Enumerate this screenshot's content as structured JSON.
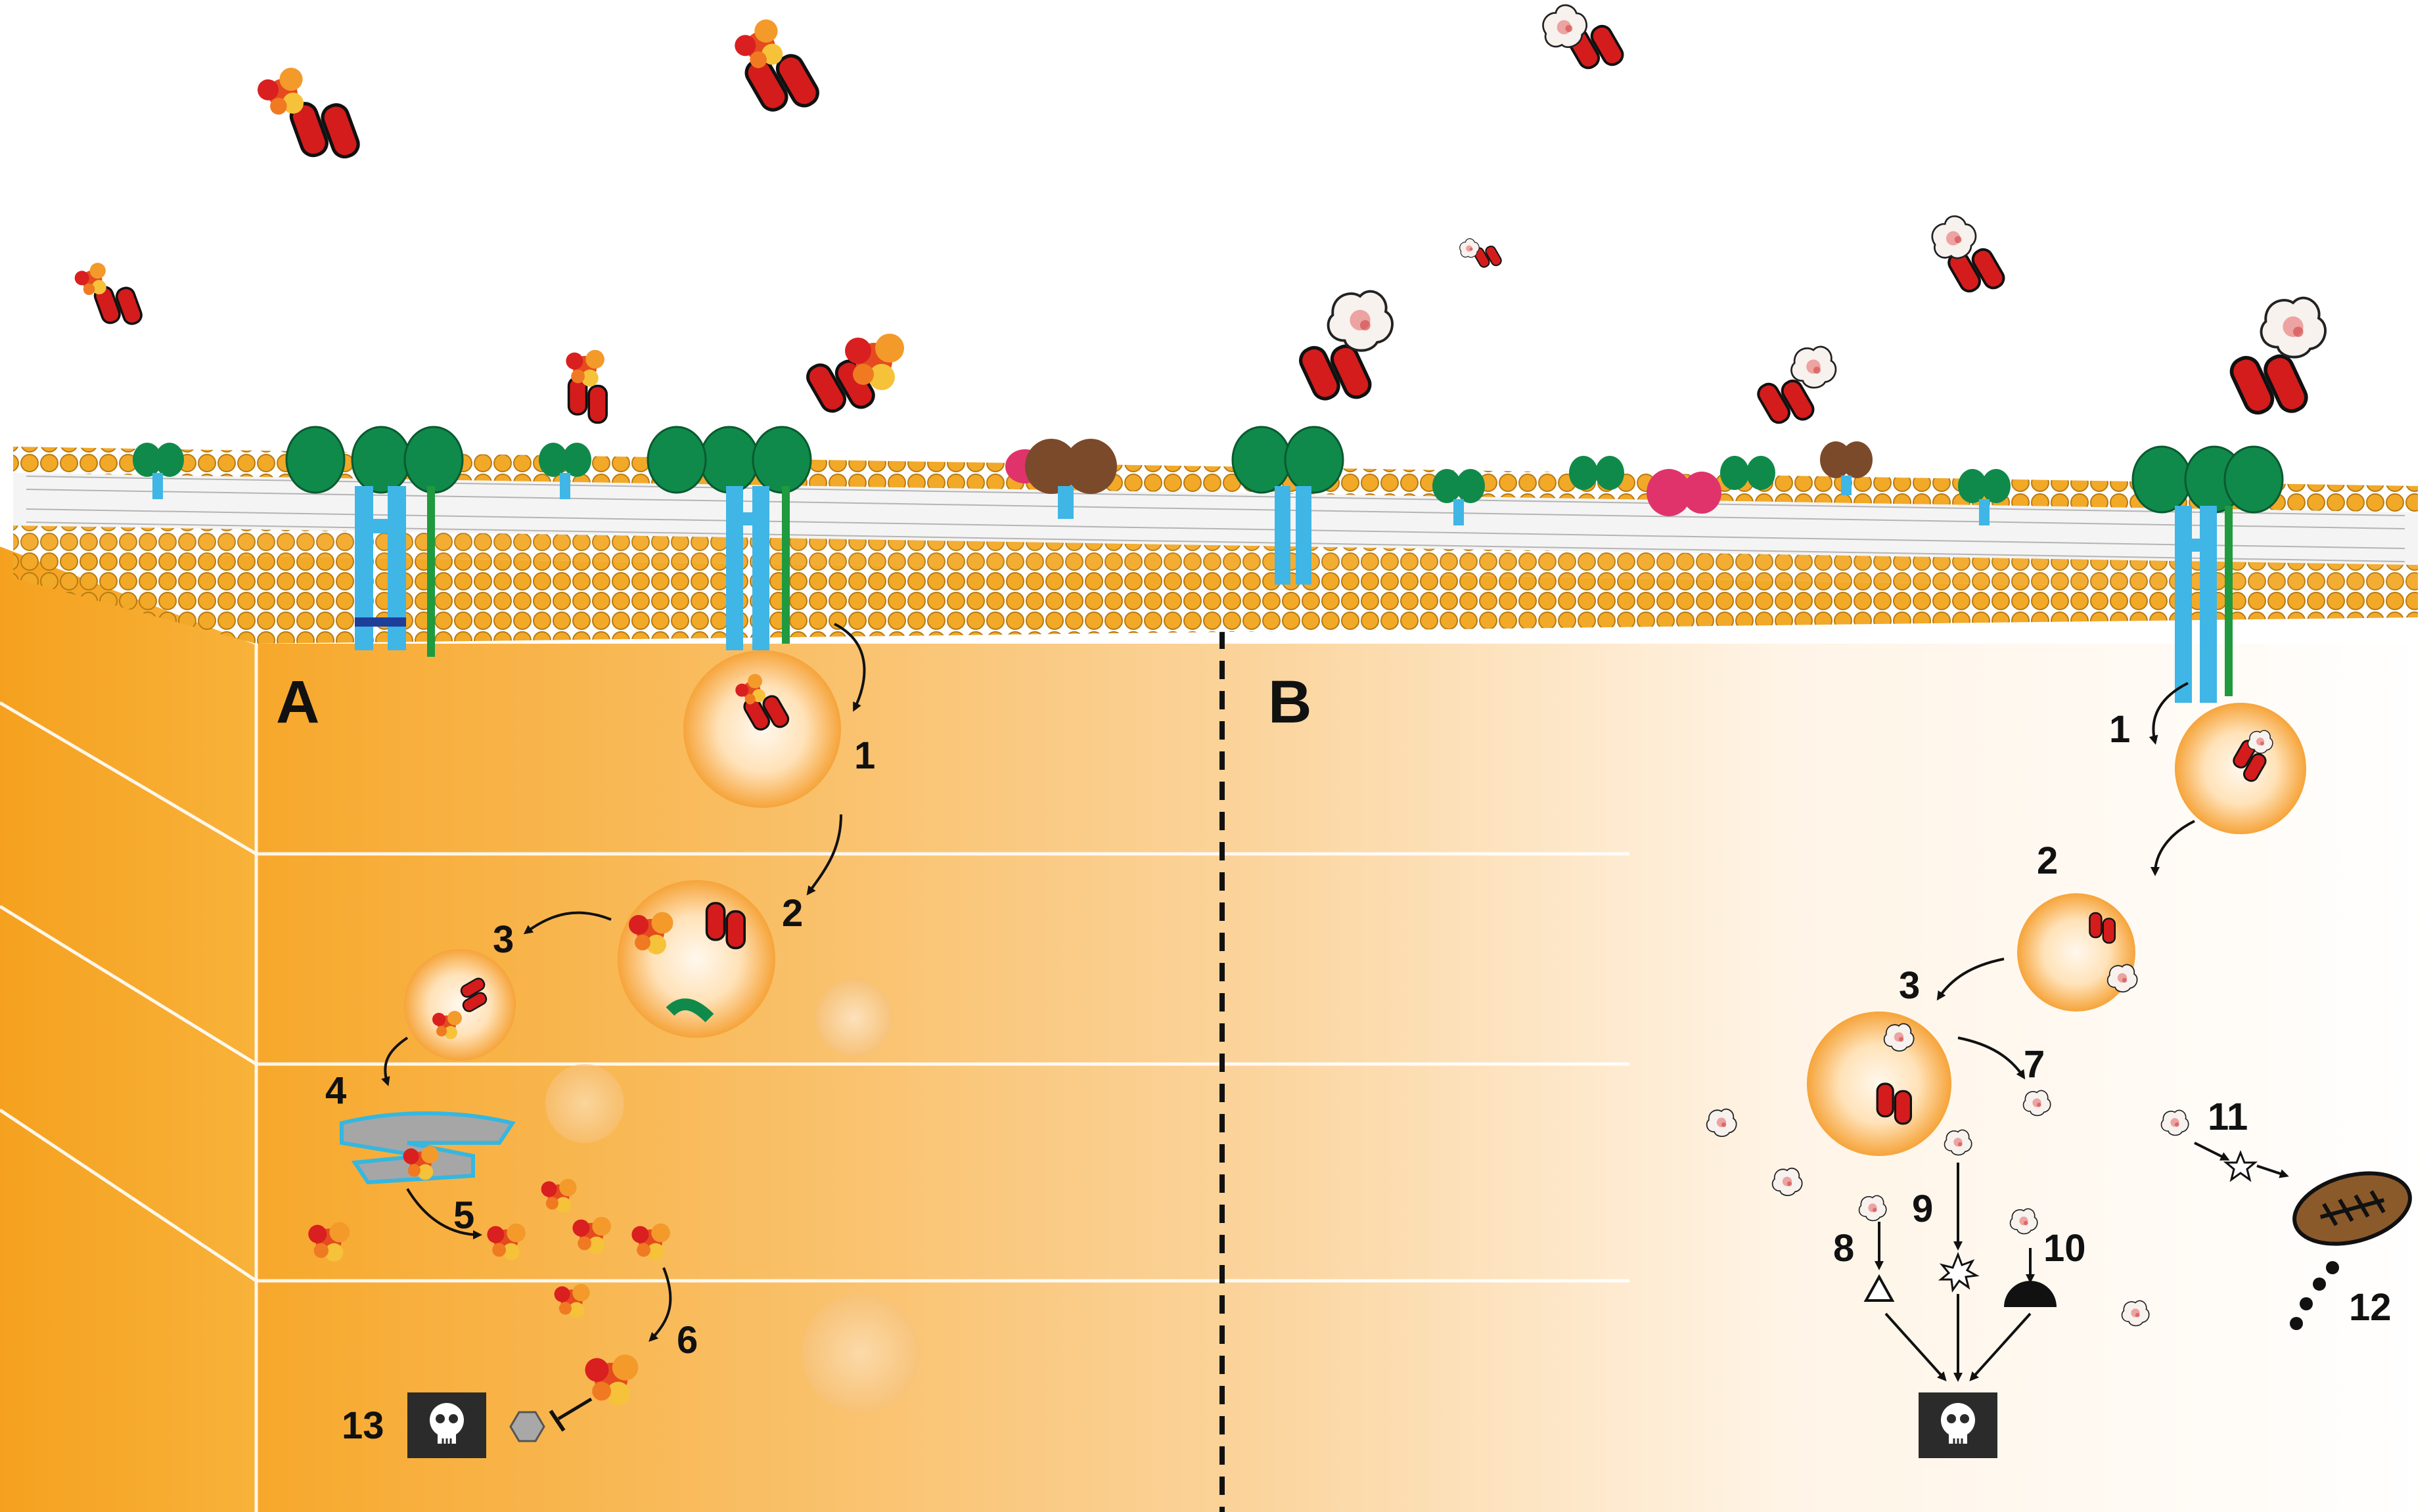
{
  "panels": {
    "a": "A",
    "b": "B"
  },
  "steps_a": [
    "1",
    "2",
    "3",
    "4",
    "5",
    "6",
    "13"
  ],
  "steps_b": [
    "1",
    "2",
    "3",
    "7",
    "8",
    "9",
    "10",
    "11",
    "12"
  ],
  "colors": {
    "lipid_head": "#f2a928",
    "lipid_outline": "#b97a10",
    "cytoplasm": "#f8b43c",
    "receptor_green": "#0f8a4a",
    "receptor_blue": "#3fb6e6",
    "antibody_red": "#d41c1c",
    "payload_orange": "#f06a1e",
    "vesicle": "#f7b14a",
    "golgi_grey": "#a6a6a6",
    "golgi_outline": "#35b7e0",
    "mitochondrion": "#8b5a2b",
    "skull_box": "#2b2b2b",
    "brown_receptor": "#7b4a2a",
    "pink_receptor": "#e0336b"
  },
  "icons": [
    "skull-icon",
    "triangle-target-icon",
    "starburst-target-icon",
    "semicircle-target-icon",
    "star-icon",
    "mitochondrion-icon",
    "hexagon-inhibitor-icon"
  ]
}
